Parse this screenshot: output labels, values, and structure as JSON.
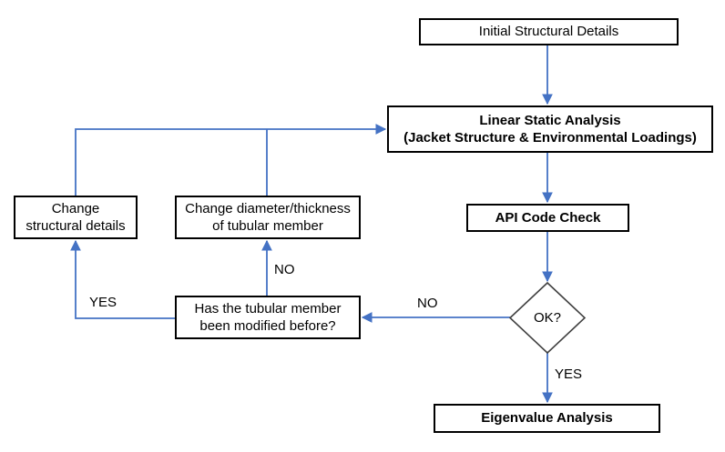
{
  "colors": {
    "arrow": "#4472C4",
    "node_border": "#000000",
    "decision_border": "#404040",
    "text": "#000000",
    "background": "#FFFFFF"
  },
  "nodes": {
    "initial": {
      "label": "Initial Structural Details"
    },
    "linear_static": {
      "lines": [
        "Linear Static Analysis",
        "(Jacket Structure & Environmental Loadings)"
      ]
    },
    "api_check": {
      "label": "API Code Check"
    },
    "ok_decision": {
      "label": "OK?"
    },
    "eigenvalue": {
      "label": "Eigenvalue Analysis"
    },
    "change_structural": {
      "lines": [
        "Change",
        "structural details"
      ]
    },
    "change_diameter": {
      "lines": [
        "Change diameter/thickness",
        "of tubular member"
      ]
    },
    "modified_before": {
      "lines": [
        "Has the tubular member",
        "been modified before?"
      ]
    }
  },
  "edge_labels": {
    "ok_no": "NO",
    "ok_yes": "YES",
    "modified_no": "NO",
    "modified_yes": "YES"
  }
}
